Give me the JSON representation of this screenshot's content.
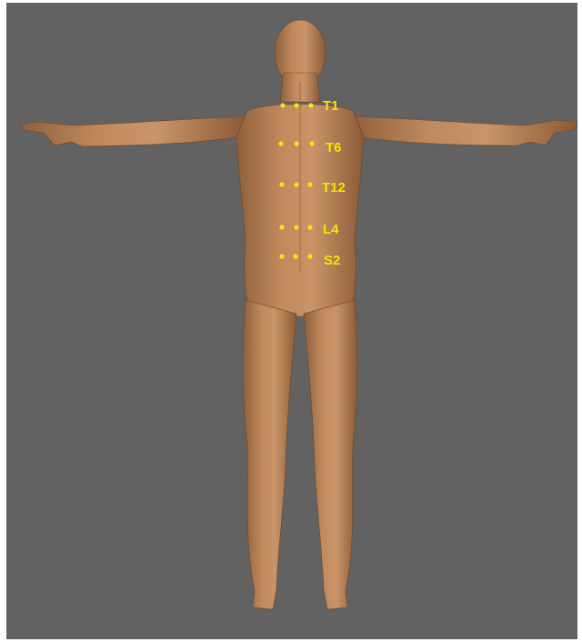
{
  "markers": [
    {
      "label": "T1"
    },
    {
      "label": "T6"
    },
    {
      "label": "T12"
    },
    {
      "label": "L4"
    },
    {
      "label": "S2"
    }
  ],
  "colors": {
    "background": "#626262",
    "skin": "#b98358",
    "marker": "#f6e600"
  }
}
